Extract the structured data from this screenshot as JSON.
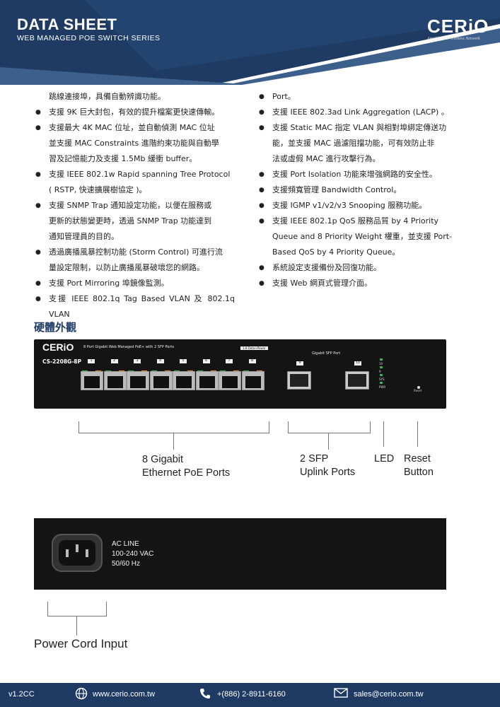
{
  "header": {
    "title": "DATA SHEET",
    "subtitle": "WEB MANAGED POE SWITCH SERIES",
    "logo": "CERiO",
    "tagline": "Amplify your Wireless Network"
  },
  "left_list": [
    {
      "bullet": false,
      "lines": [
        "跳線連接埠，具備自動辨識功能。"
      ]
    },
    {
      "bullet": true,
      "lines": [
        "支援 9K 巨大封包，有效的提升檔案更快速傳輸。"
      ]
    },
    {
      "bullet": true,
      "lines": [
        "支援最大 4K MAC 位址，並自動偵測 MAC 位址",
        "並支援 MAC Constraints 進階約束功能與自動學",
        "習及記憶能力及支援 1.5Mb 緩衝 buffer。"
      ]
    },
    {
      "bullet": true,
      "lines": [
        "支援 IEEE 802.1w Rapid spanning Tree Protocol",
        "( RSTP, 快速擴展樹協定 )。"
      ]
    },
    {
      "bullet": true,
      "lines": [
        "支援 SNMP Trap 通知設定功能，以便在服務或",
        "更新的狀態變更時，透過 SNMP Trap 功能達到",
        "通知管理員的目的。"
      ]
    },
    {
      "bullet": true,
      "lines": [
        "透過廣播風暴控制功能 (Storm Control) 可進行流",
        "量設定限制，以防止廣播風暴破壞您的網路。"
      ]
    },
    {
      "bullet": true,
      "lines": [
        "支援 Port Mirroring 埠鏡像監測。"
      ]
    },
    {
      "bullet": true,
      "lines": [
        "支援 IEEE 802.1q Tag Based VLAN 及 802.1q VLAN"
      ]
    }
  ],
  "right_list": [
    {
      "bullet": true,
      "lines": [
        "Port。"
      ]
    },
    {
      "bullet": true,
      "lines": [
        "支援 IEEE 802.3ad Link Aggregation (LACP) 。"
      ]
    },
    {
      "bullet": true,
      "lines": [
        "支援 Static MAC 指定 VLAN 與相對埠綁定傳送功",
        "能，並支援 MAC 過濾阻擋功能，可有效防止非",
        "法或虛假 MAC 進行攻擊行為。"
      ]
    },
    {
      "bullet": true,
      "lines": [
        "支援 Port Isolation 功能來增強網路的安全性。"
      ]
    },
    {
      "bullet": true,
      "lines": [
        "支援頻寬管理 Bandwidth Control。"
      ]
    },
    {
      "bullet": true,
      "lines": [
        "支援 IGMP v1/v2/v3 Snooping 服務功能。"
      ]
    },
    {
      "bullet": true,
      "lines": [
        "支援 IEEE 802.1p QoS 服務品質 by 4 Priority",
        "Queue and 8 Priority Weight 權重，並支援 Port-",
        "Based QoS by 4 Priority Queue。"
      ]
    },
    {
      "bullet": true,
      "lines": [
        "系統設定支援備份及回復功能。"
      ]
    },
    {
      "bullet": true,
      "lines": [
        "支援 Web 網頁式管理介面。"
      ]
    }
  ],
  "section_title": "硬體外觀",
  "front_panel": {
    "logo": "CERiO",
    "description": "8 Port Gigabit Web Managed PoE+ with 2 SFP Ports",
    "model": "CS-2208G-8P",
    "data_power_tag": "1-8 Data+Power",
    "sfp_title": "Gigabit SFP Port",
    "port_numbers": [
      "1",
      "2",
      "3",
      "4",
      "5",
      "6",
      "7",
      "8"
    ],
    "sfp_numbers": [
      "9",
      "10"
    ],
    "led_labels": [
      "10",
      "9",
      "SYS",
      "PWR"
    ],
    "reset_label": "Reset"
  },
  "callouts": {
    "poe_ports": [
      "8 Gigabit",
      "Ethernet PoE Ports"
    ],
    "sfp": [
      "2 SFP",
      "Uplink Ports"
    ],
    "led": "LED",
    "reset": [
      "Reset",
      "Button"
    ]
  },
  "rear_panel": {
    "ac_lines": [
      "AC LINE",
      "100-240 VAC",
      "50/60 Hz"
    ],
    "callout": "Power Cord Input"
  },
  "footer": {
    "version": "v1.2CC",
    "website": "www.cerio.com.tw",
    "phone": "+(886) 2-8911-6160",
    "email": "sales@cerio.com.tw"
  }
}
